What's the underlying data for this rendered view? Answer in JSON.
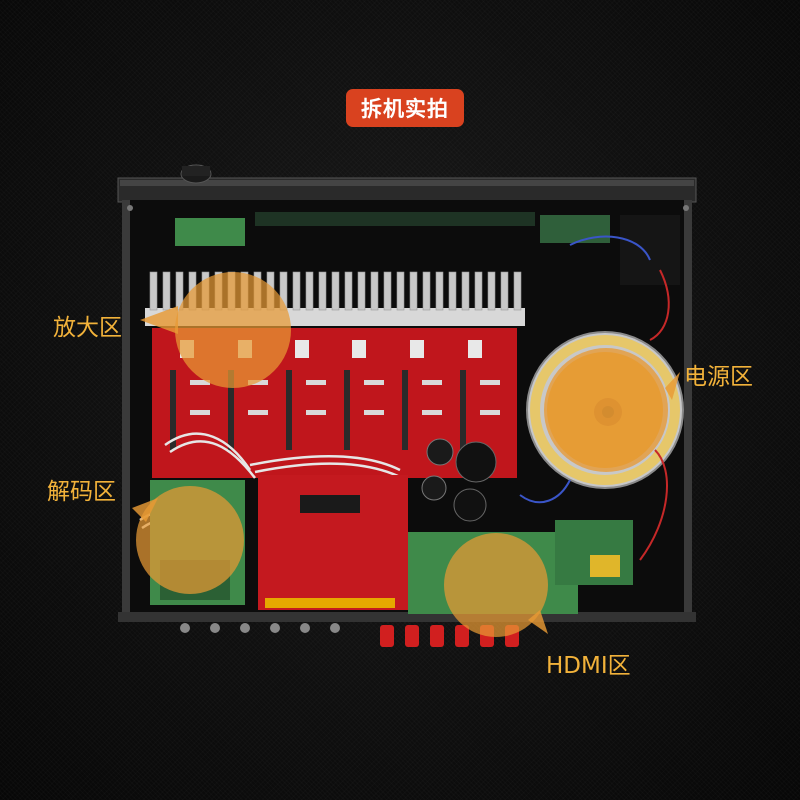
{
  "title": "拆机实拍",
  "labels": {
    "amplifier": "放大区",
    "power": "电源区",
    "decoder": "解码区",
    "hdmi": "HDMI区"
  },
  "colors": {
    "background": "#111111",
    "badge": "#d9421f",
    "label_text": "#f2b23a",
    "callout_fill": "#e89a35",
    "pcb_red": "#c0161c",
    "pcb_green": "#3f8a4a"
  }
}
